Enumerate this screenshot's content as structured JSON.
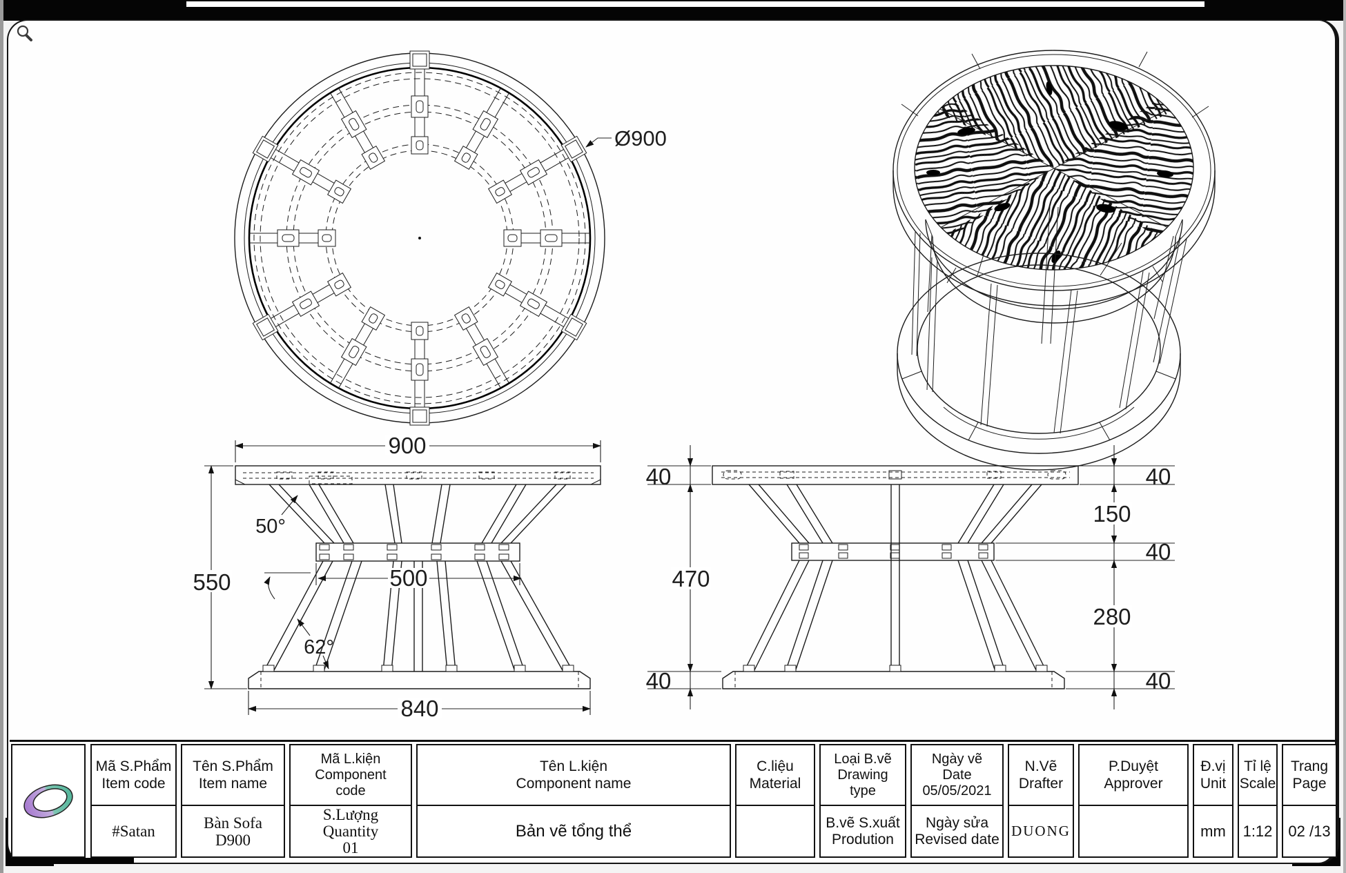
{
  "viewer": {
    "search_icon": "magnifier"
  },
  "top_view": {
    "diameter_label": "Ø900"
  },
  "front_view": {
    "width_top": "900",
    "height": "550",
    "angle_upper": "50°",
    "width_mid": "500",
    "angle_lower": "62°",
    "width_bottom": "840"
  },
  "side_view": {
    "thk_top_left": "40",
    "height_left": "470",
    "thk_bottom_left": "40",
    "thk_top_right": "40",
    "gap_upper_right": "150",
    "thk_ring_right": "40",
    "gap_lower_right": "280",
    "thk_bottom_right": "40"
  },
  "title_block": {
    "item_code": {
      "h1": "Mã S.Phẩm",
      "h2": "Item code",
      "value": "#Satan"
    },
    "item_name": {
      "h1": "Tên S.Phẩm",
      "h2": "Item name",
      "v1": "Bàn Sofa",
      "v2": "D900"
    },
    "component_code": {
      "h1": "Mã L.kiện",
      "h2": "Component",
      "h3": "code",
      "v1": "S.Lượng",
      "v2": "Quantity",
      "v3": "01"
    },
    "component_name": {
      "h1": "Tên L.kiện",
      "h2": "Component name",
      "value": "Bản vẽ tổng thể"
    },
    "material": {
      "h1": "C.liệu",
      "h2": "Material",
      "value": ""
    },
    "drawing_type": {
      "h1": "Loại B.vẽ",
      "h2": "Drawing",
      "h3": "type",
      "v1": "B.vẽ S.xuất",
      "v2": "Prodution"
    },
    "date": {
      "h1": "Ngày vẽ",
      "h2": "Date",
      "h3": "05/05/2021",
      "v1": "Ngày sửa",
      "v2": "Revised date"
    },
    "drafter": {
      "h1": "N.Vẽ",
      "h2": "Drafter",
      "value": "DUONG"
    },
    "approver": {
      "h1": "P.Duyệt",
      "h2": "Approver",
      "value": ""
    },
    "unit": {
      "h1": "Đ.vị",
      "h2": "Unit",
      "value": "mm"
    },
    "scale": {
      "h1": "Tỉ lệ",
      "h2": "Scale",
      "value": "1:12"
    },
    "page": {
      "h1": "Trang",
      "h2": "Page",
      "value": "02 /13"
    }
  }
}
